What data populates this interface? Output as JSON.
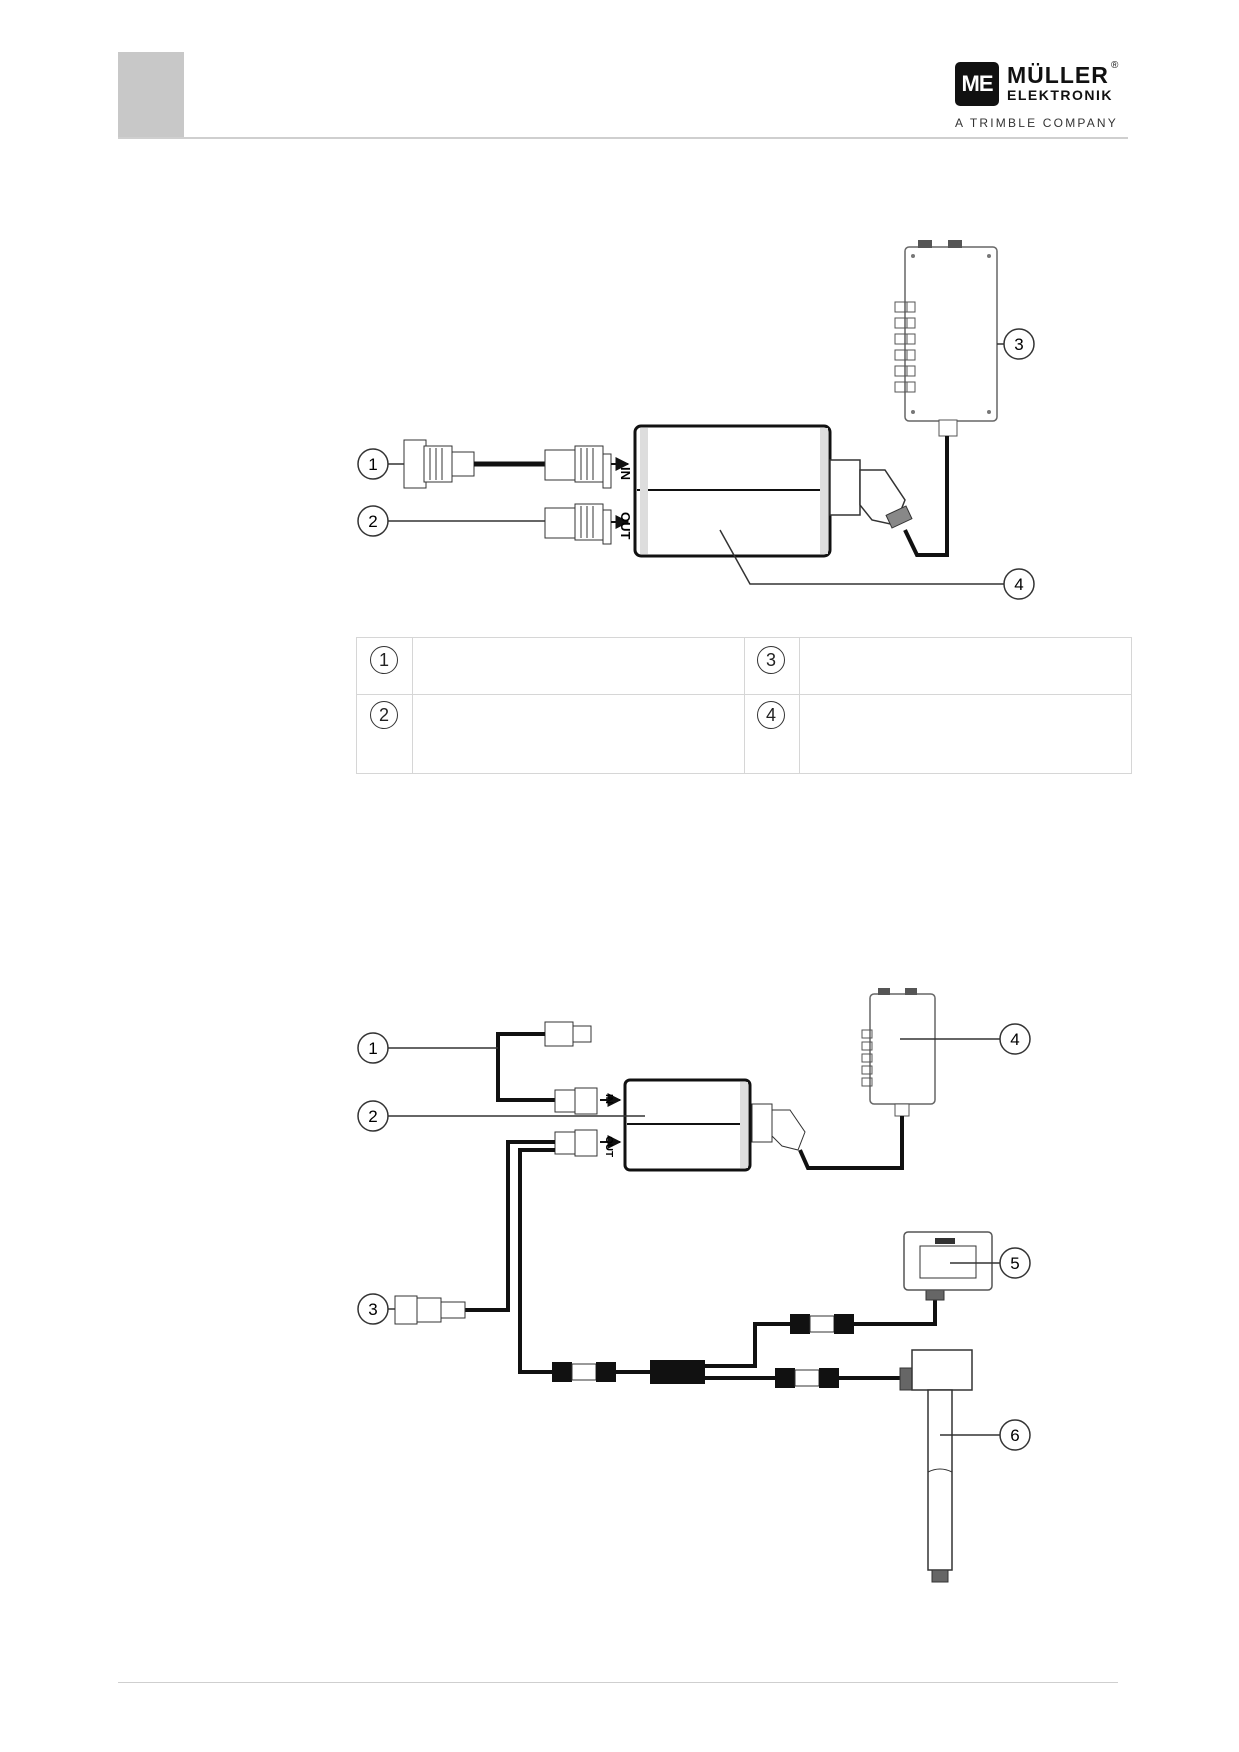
{
  "header": {
    "logo_mark": "ME",
    "logo_name": "MÜLLER",
    "logo_registered": "®",
    "logo_sub": "ELEKTRONIK",
    "logo_tagline": "A TRIMBLE COMPANY"
  },
  "diagram1": {
    "port_in": "IN",
    "port_out": "OUT",
    "callouts": [
      "1",
      "2",
      "3",
      "4"
    ]
  },
  "legend": {
    "rows": [
      {
        "num": "1",
        "text": ""
      },
      {
        "num": "3",
        "text": ""
      },
      {
        "num": "2",
        "text": ""
      },
      {
        "num": "4",
        "text": ""
      }
    ]
  },
  "diagram2": {
    "port_in": "IN",
    "port_out": "OUT",
    "callouts": [
      "1",
      "2",
      "3",
      "4",
      "5",
      "6"
    ]
  }
}
